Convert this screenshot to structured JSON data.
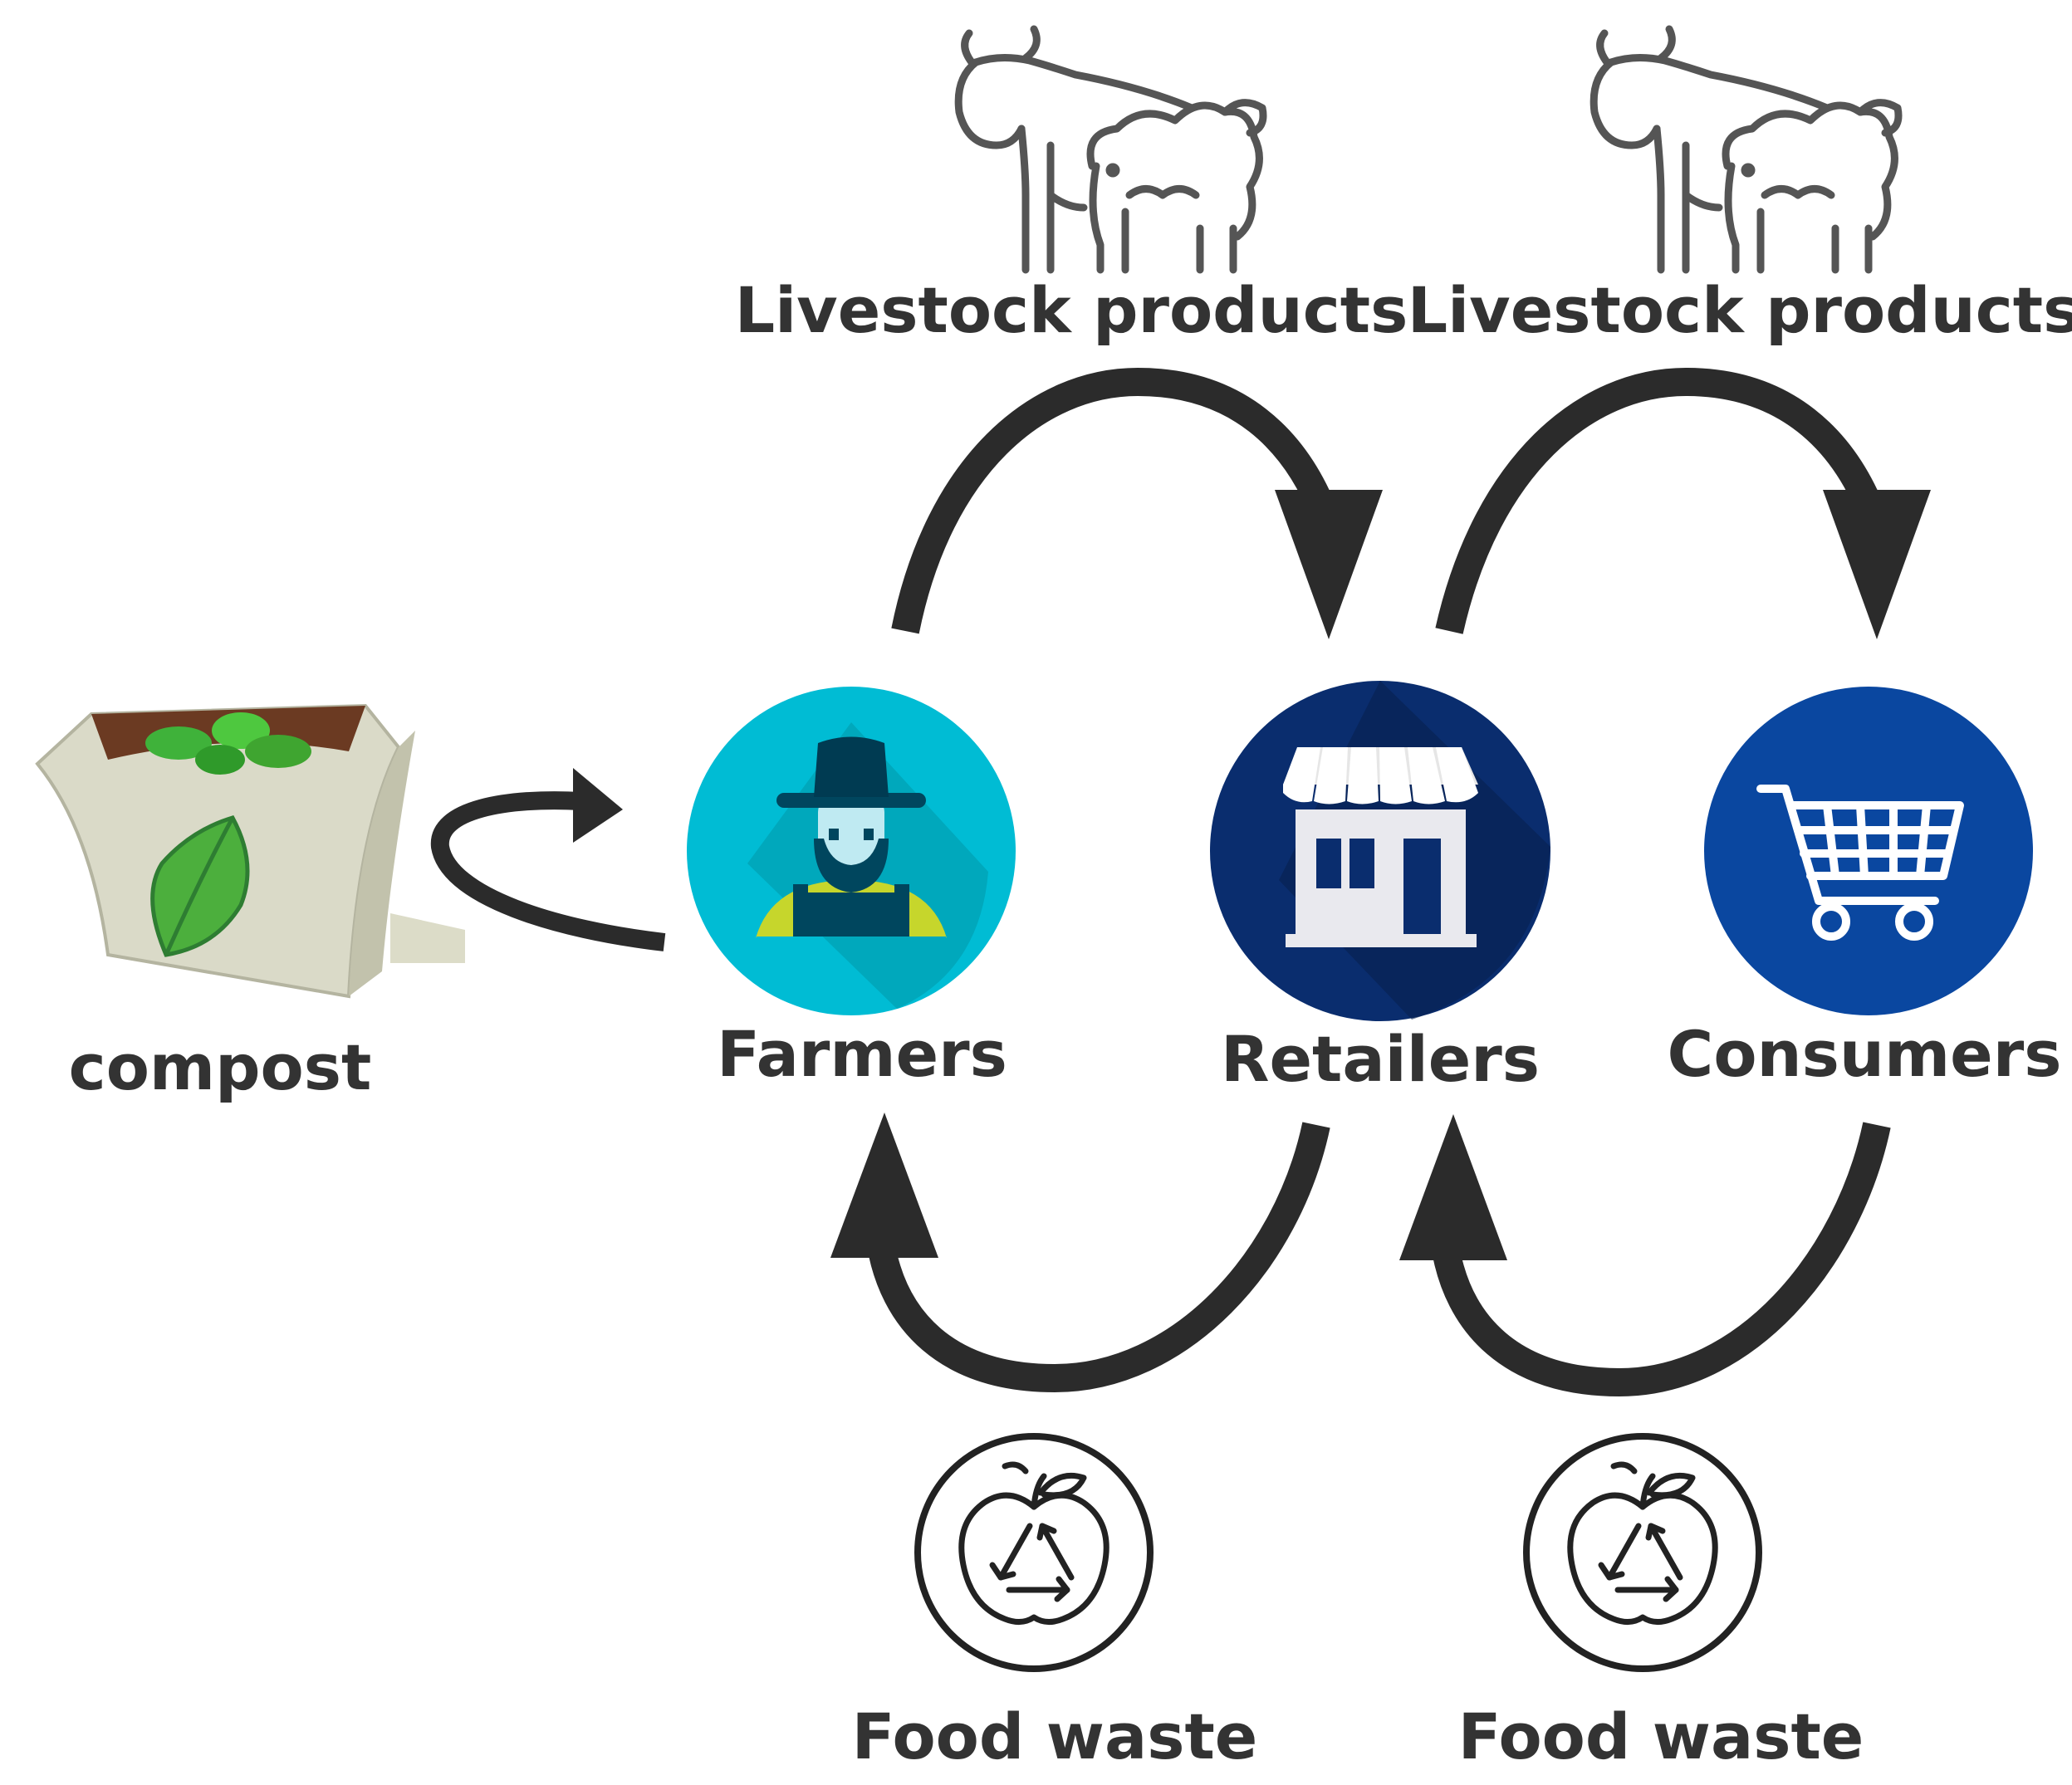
{
  "labels": {
    "livestock_left": "Livestock products",
    "livestock_right": "Livestock products",
    "compost": "compost",
    "farmers": "Farmers",
    "retailers": "Retailers",
    "consumers": "Consumers",
    "food_waste_left": "Food waste",
    "food_waste_right": "Food waste"
  },
  "colors": {
    "arrow": "#2b2b2b",
    "label": "#333333",
    "farmers_circle": "#00bcd4",
    "retailers_circle": "#0a2d6e",
    "consumers_circle": "#0a47a0",
    "icon_outline": "#555555"
  },
  "icons": {
    "livestock": "cow-sheep-icon",
    "compost": "compost-bag-icon",
    "farmers": "farmer-icon",
    "retailers": "store-icon",
    "consumers": "shopping-cart-icon",
    "food_waste": "apple-recycle-icon"
  }
}
